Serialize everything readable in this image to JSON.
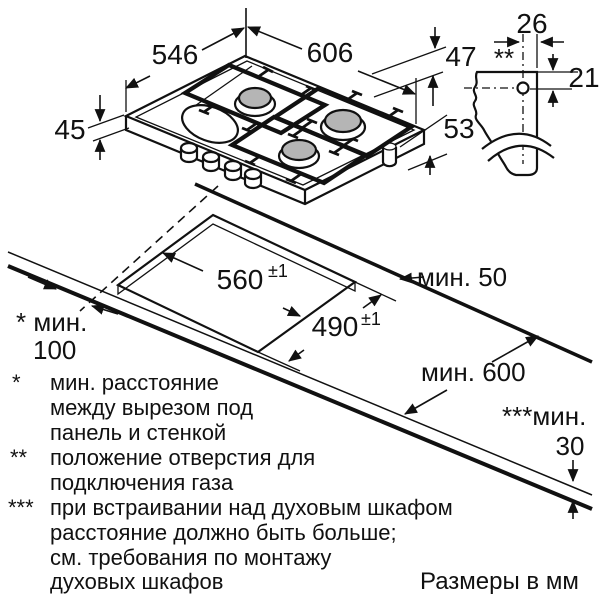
{
  "units_note": "Размеры в мм",
  "hob": {
    "depth": "546",
    "width": "606",
    "rim_height": "45",
    "upper_height": "47",
    "total_height": "53"
  },
  "gas_connection": {
    "marker": "**",
    "offset_horizontal": "26",
    "offset_vertical": "21"
  },
  "cutout": {
    "width": "560",
    "width_tol": "±1",
    "depth": "490",
    "depth_tol": "±1"
  },
  "clearances": {
    "rear": "мин. 50",
    "worktop_depth": "мин. 600",
    "side_label": "* мин.",
    "side_value": "100",
    "bottom_label": "***мин.",
    "bottom_value": "30"
  },
  "footnotes": {
    "f1": {
      "marker": "*",
      "l1": "мин. расстояние",
      "l2": "между вырезом под",
      "l3": "панель и стенкой"
    },
    "f2": {
      "marker": "**",
      "l1": "положение отверстия для",
      "l2": "подключения газа"
    },
    "f3": {
      "marker": "***",
      "l1": "при встраивании над духовым шкафом",
      "l2": "расстояние должно быть больше;",
      "l3": "см. требования по монтажу",
      "l4": "духовых шкафов"
    }
  }
}
